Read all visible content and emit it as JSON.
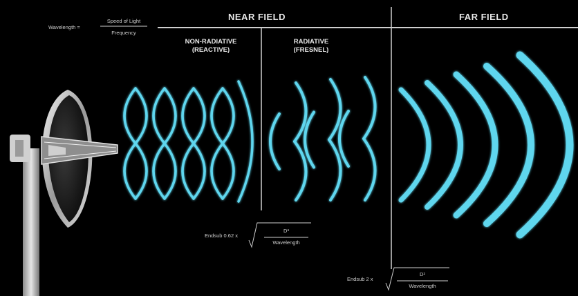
{
  "formula_wavelength": {
    "lhs": "Wavelength =",
    "numerator": "Speed of Light",
    "denominator": "Frequency"
  },
  "regions": {
    "near_field": "NEAR FIELD",
    "far_field": "FAR FIELD",
    "non_radiative_line1": "NON-RADIATIVE",
    "non_radiative_line2": "(REACTIVE)",
    "radiative_line1": "RADIATIVE",
    "radiative_line2": "(FRESNEL)"
  },
  "boundary_reactive": {
    "prefix": "Endsub 0.62 x",
    "numerator": "D³",
    "denominator": "Wavelength"
  },
  "boundary_fresnel": {
    "prefix": "Endsub 2 x",
    "numerator": "D²",
    "denominator": "Wavelength"
  },
  "colors": {
    "wave": "#5fd6ee",
    "background": "#000000",
    "divider": "#cccccc"
  }
}
